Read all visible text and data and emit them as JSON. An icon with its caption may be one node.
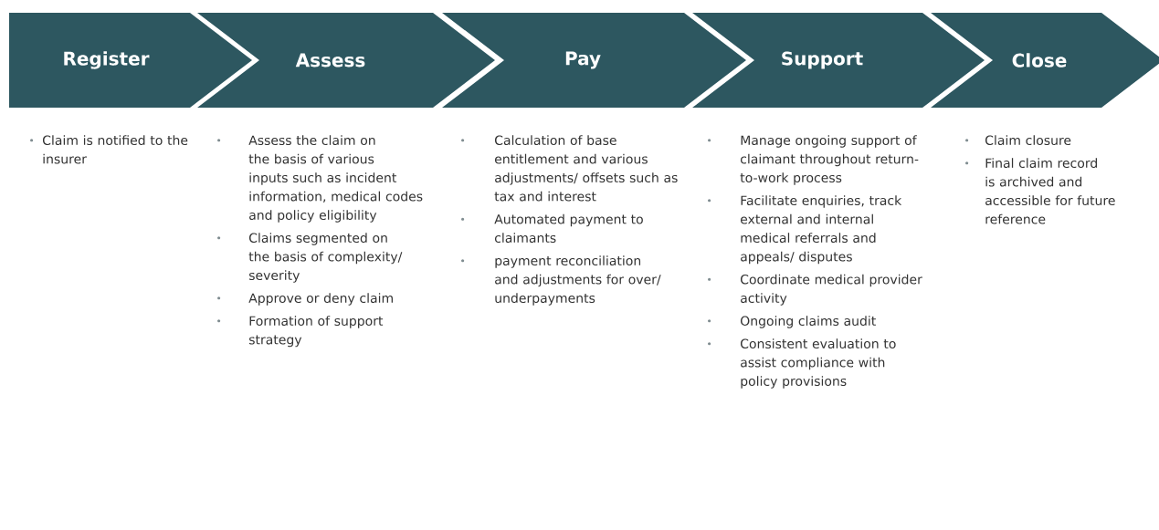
{
  "diagram": {
    "nodes": [
      {
        "text": [
          "Register"
        ],
        "beside": [
          "Claim is notified to the insurer"
        ]
      },
      {
        "text": [
          "Assess"
        ],
        "beside": [
          "Assess the claim on the basis of various inputs such as incident information, medical codes and policy eligibility",
          "Claims segmented on the basis of complexity/ severity",
          "Approve or deny claim",
          "Formation of support strategy"
        ]
      },
      {
        "text": [
          "Pay"
        ],
        "beside": [
          "Calculation of base entitlement and various adjustments/ offsets such as tax and interest",
          "Automated payment to claimants",
          "payment reconciliation and adjustments for over/ underpayments"
        ]
      },
      {
        "text": [
          "Support"
        ],
        "beside": [
          "Manage ongoing support of claimant throughout return-to-work process",
          "Facilitate enquiries, track external and internal medical referrals and appeals/ disputes",
          "Coordinate medical provider activity",
          "Ongoing claims audit",
          "Consistent evaluation to assist compliance with policy provisions"
        ]
      },
      {
        "text": [
          "Close"
        ],
        "beside": [
          "Claim closure",
          "Final claim record is archived and accessible for future reference"
        ]
      }
    ]
  }
}
